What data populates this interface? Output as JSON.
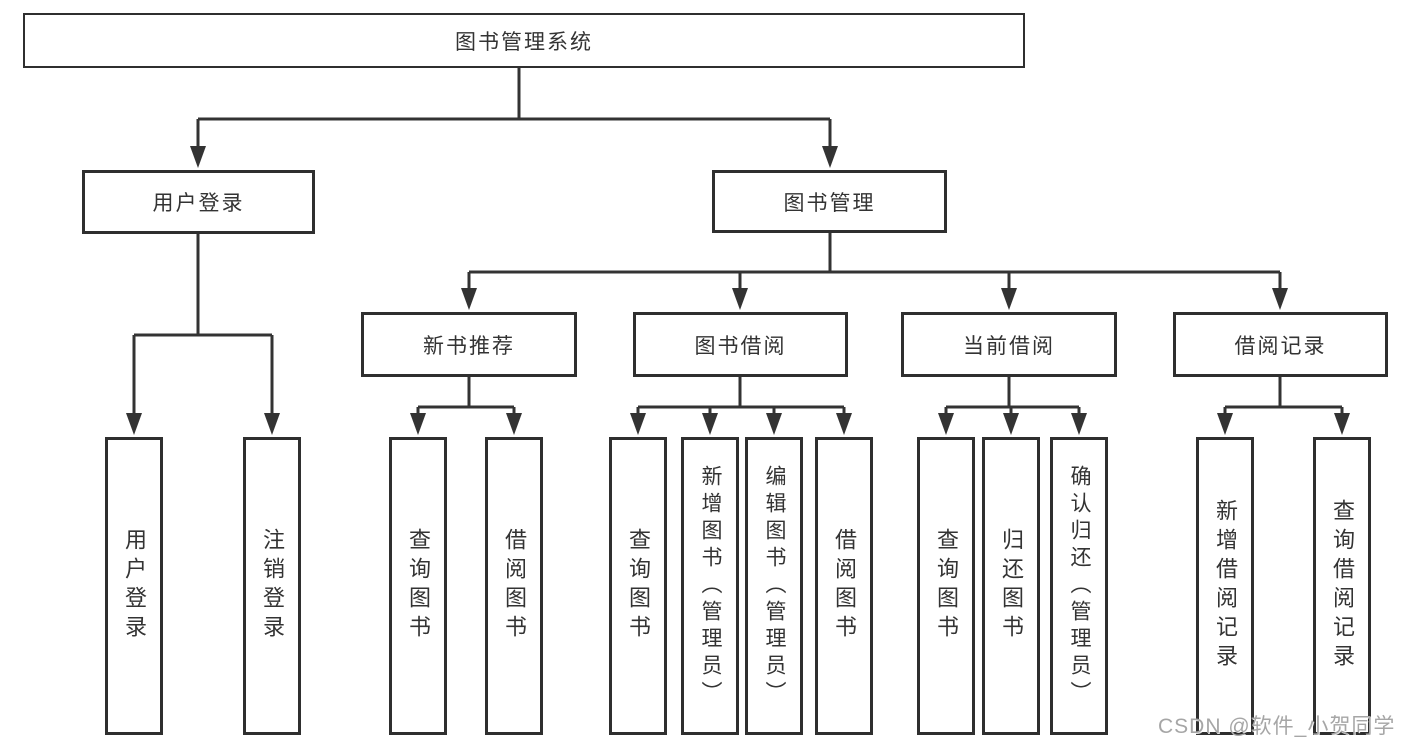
{
  "tree": {
    "root": {
      "label": "图书管理系统"
    },
    "login": {
      "label": "用户登录",
      "leaves": [
        {
          "label": "用户登录"
        },
        {
          "label": "注销登录"
        }
      ]
    },
    "management": {
      "label": "图书管理",
      "groups": [
        {
          "label": "新书推荐",
          "leaves": [
            {
              "label": "查询图书"
            },
            {
              "label": "借阅图书"
            }
          ]
        },
        {
          "label": "图书借阅",
          "leaves": [
            {
              "label": "查询图书"
            },
            {
              "label": "新增图书（管理员）"
            },
            {
              "label": "编辑图书（管理员）"
            },
            {
              "label": "借阅图书"
            }
          ]
        },
        {
          "label": "当前借阅",
          "leaves": [
            {
              "label": "查询图书"
            },
            {
              "label": "归还图书"
            },
            {
              "label": "确认归还（管理员）"
            }
          ]
        },
        {
          "label": "借阅记录",
          "leaves": [
            {
              "label": "新增借阅记录"
            },
            {
              "label": "查询借阅记录"
            }
          ]
        }
      ]
    }
  },
  "watermark": {
    "text": "CSDN @软件_小贺同学"
  },
  "colors": {
    "line": "#333333",
    "box_border": "#2f2f2f",
    "text": "#333333",
    "watermark": "#a6a6a6",
    "background": "#ffffff"
  }
}
